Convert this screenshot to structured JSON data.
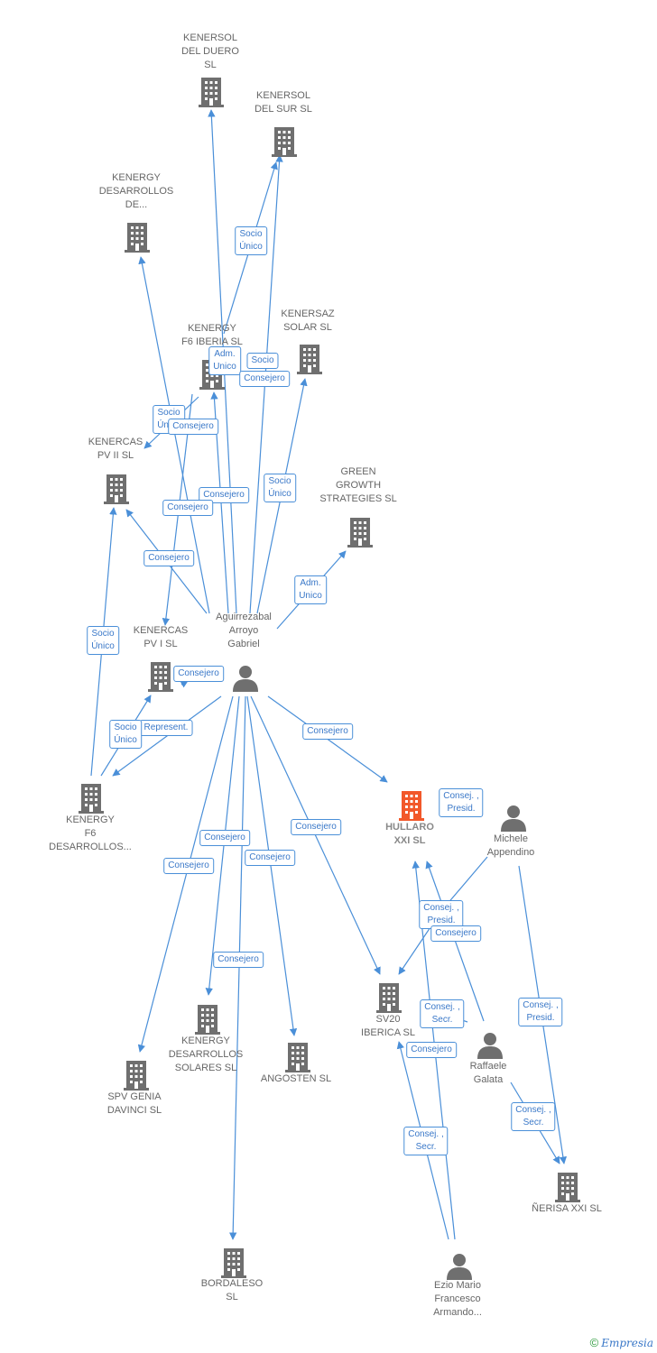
{
  "colors": {
    "edge": "#4a8fd8",
    "building": "#6f6f6f",
    "building_main": "#f2582a",
    "person": "#6f6f6f"
  },
  "nodes": {
    "kenersol_duero": {
      "lines": [
        "KENERSOL",
        "DEL DUERO",
        "SL"
      ],
      "icon": "building-icon"
    },
    "kenersol_sur": {
      "lines": [
        "KENERSOL",
        "DEL SUR  SL"
      ],
      "icon": "building-icon"
    },
    "kenergy_desarrollos_de": {
      "lines": [
        "KENERGY",
        "DESARROLLOS",
        "DE..."
      ],
      "icon": "building-icon"
    },
    "kenergy_f6_iberia": {
      "lines": [
        "KENERGY",
        "F6 IBERIA SL"
      ],
      "icon": "building-icon"
    },
    "kenersaz_solar": {
      "lines": [
        "KENERSAZ",
        "SOLAR  SL"
      ],
      "icon": "building-icon"
    },
    "kenercas_pv2": {
      "lines": [
        "KENERCAS",
        "PV II  SL"
      ],
      "icon": "building-icon"
    },
    "green_growth": {
      "lines": [
        "GREEN",
        "GROWTH",
        "STRATEGIES SL"
      ],
      "icon": "building-icon"
    },
    "kenercas_pv1": {
      "lines": [
        "KENERCAS",
        "PV I  SL"
      ],
      "icon": "building-icon"
    },
    "aguirrezabal": {
      "lines": [
        "Aguirrezabal",
        "Arroyo",
        "Gabriel"
      ],
      "icon": "person-icon"
    },
    "kenergy_f6_desarrollos": {
      "lines": [
        "KENERGY",
        "F6",
        "DESARROLLOS..."
      ],
      "icon": "building-icon"
    },
    "hullaro": {
      "lines": [
        "HULLARO",
        "XXI  SL"
      ],
      "icon": "building-icon"
    },
    "michele": {
      "lines": [
        "Michele",
        "Appendino"
      ],
      "icon": "person-icon"
    },
    "sv20_iberica": {
      "lines": [
        "SV20",
        "IBERICA  SL"
      ],
      "icon": "building-icon"
    },
    "kenergy_desarrollos_solares": {
      "lines": [
        "KENERGY",
        "DESARROLLOS",
        "SOLARES  SL"
      ],
      "icon": "building-icon"
    },
    "angosten": {
      "lines": [
        "ANGOSTEN  SL"
      ],
      "icon": "building-icon"
    },
    "raffaele": {
      "lines": [
        "Raffaele",
        "Galata"
      ],
      "icon": "person-icon"
    },
    "spv_genia": {
      "lines": [
        "SPV GENIA",
        "DAVINCI  SL"
      ],
      "icon": "building-icon"
    },
    "nerisa": {
      "lines": [
        "ÑERISA XXI  SL"
      ],
      "icon": "building-icon"
    },
    "bordaleso": {
      "lines": [
        "BORDALESO",
        "SL"
      ],
      "icon": "building-icon"
    },
    "ezio": {
      "lines": [
        "Ezio Mario",
        "Francesco",
        "Armando..."
      ],
      "icon": "person-icon"
    }
  },
  "edge_labels": [
    [
      "Socio",
      "Único"
    ],
    [
      "Adm.",
      "Unico"
    ],
    [
      "Socio"
    ],
    [
      "Consejero"
    ],
    [
      "Socio",
      "Único"
    ],
    [
      "Consejero"
    ],
    [
      "Consejero"
    ],
    [
      "Socio",
      "Único"
    ],
    [
      "Consejero"
    ],
    [
      "Consejero"
    ],
    [
      "Adm.",
      "Unico"
    ],
    [
      "Socio",
      "Único"
    ],
    [
      "Consejero"
    ],
    [
      "Represent."
    ],
    [
      "Socio",
      "Único"
    ],
    [
      "Consejero"
    ],
    [
      "Consej. ,",
      "Presid."
    ],
    [
      "Consejero"
    ],
    [
      "Consejero"
    ],
    [
      "Consejero"
    ],
    [
      "Consejero"
    ],
    [
      "Consej. ,",
      "Presid."
    ],
    [
      "Consejero"
    ],
    [
      "Consejero"
    ],
    [
      "Consej. ,",
      "Presid."
    ],
    [
      "Consej. ,",
      "Secr."
    ],
    [
      "Consejero"
    ],
    [
      "Consej. ,",
      "Secr."
    ],
    [
      "Consej. ,",
      "Secr."
    ]
  ],
  "copyright": {
    "symbol": "©",
    "brand": "Empresia"
  }
}
